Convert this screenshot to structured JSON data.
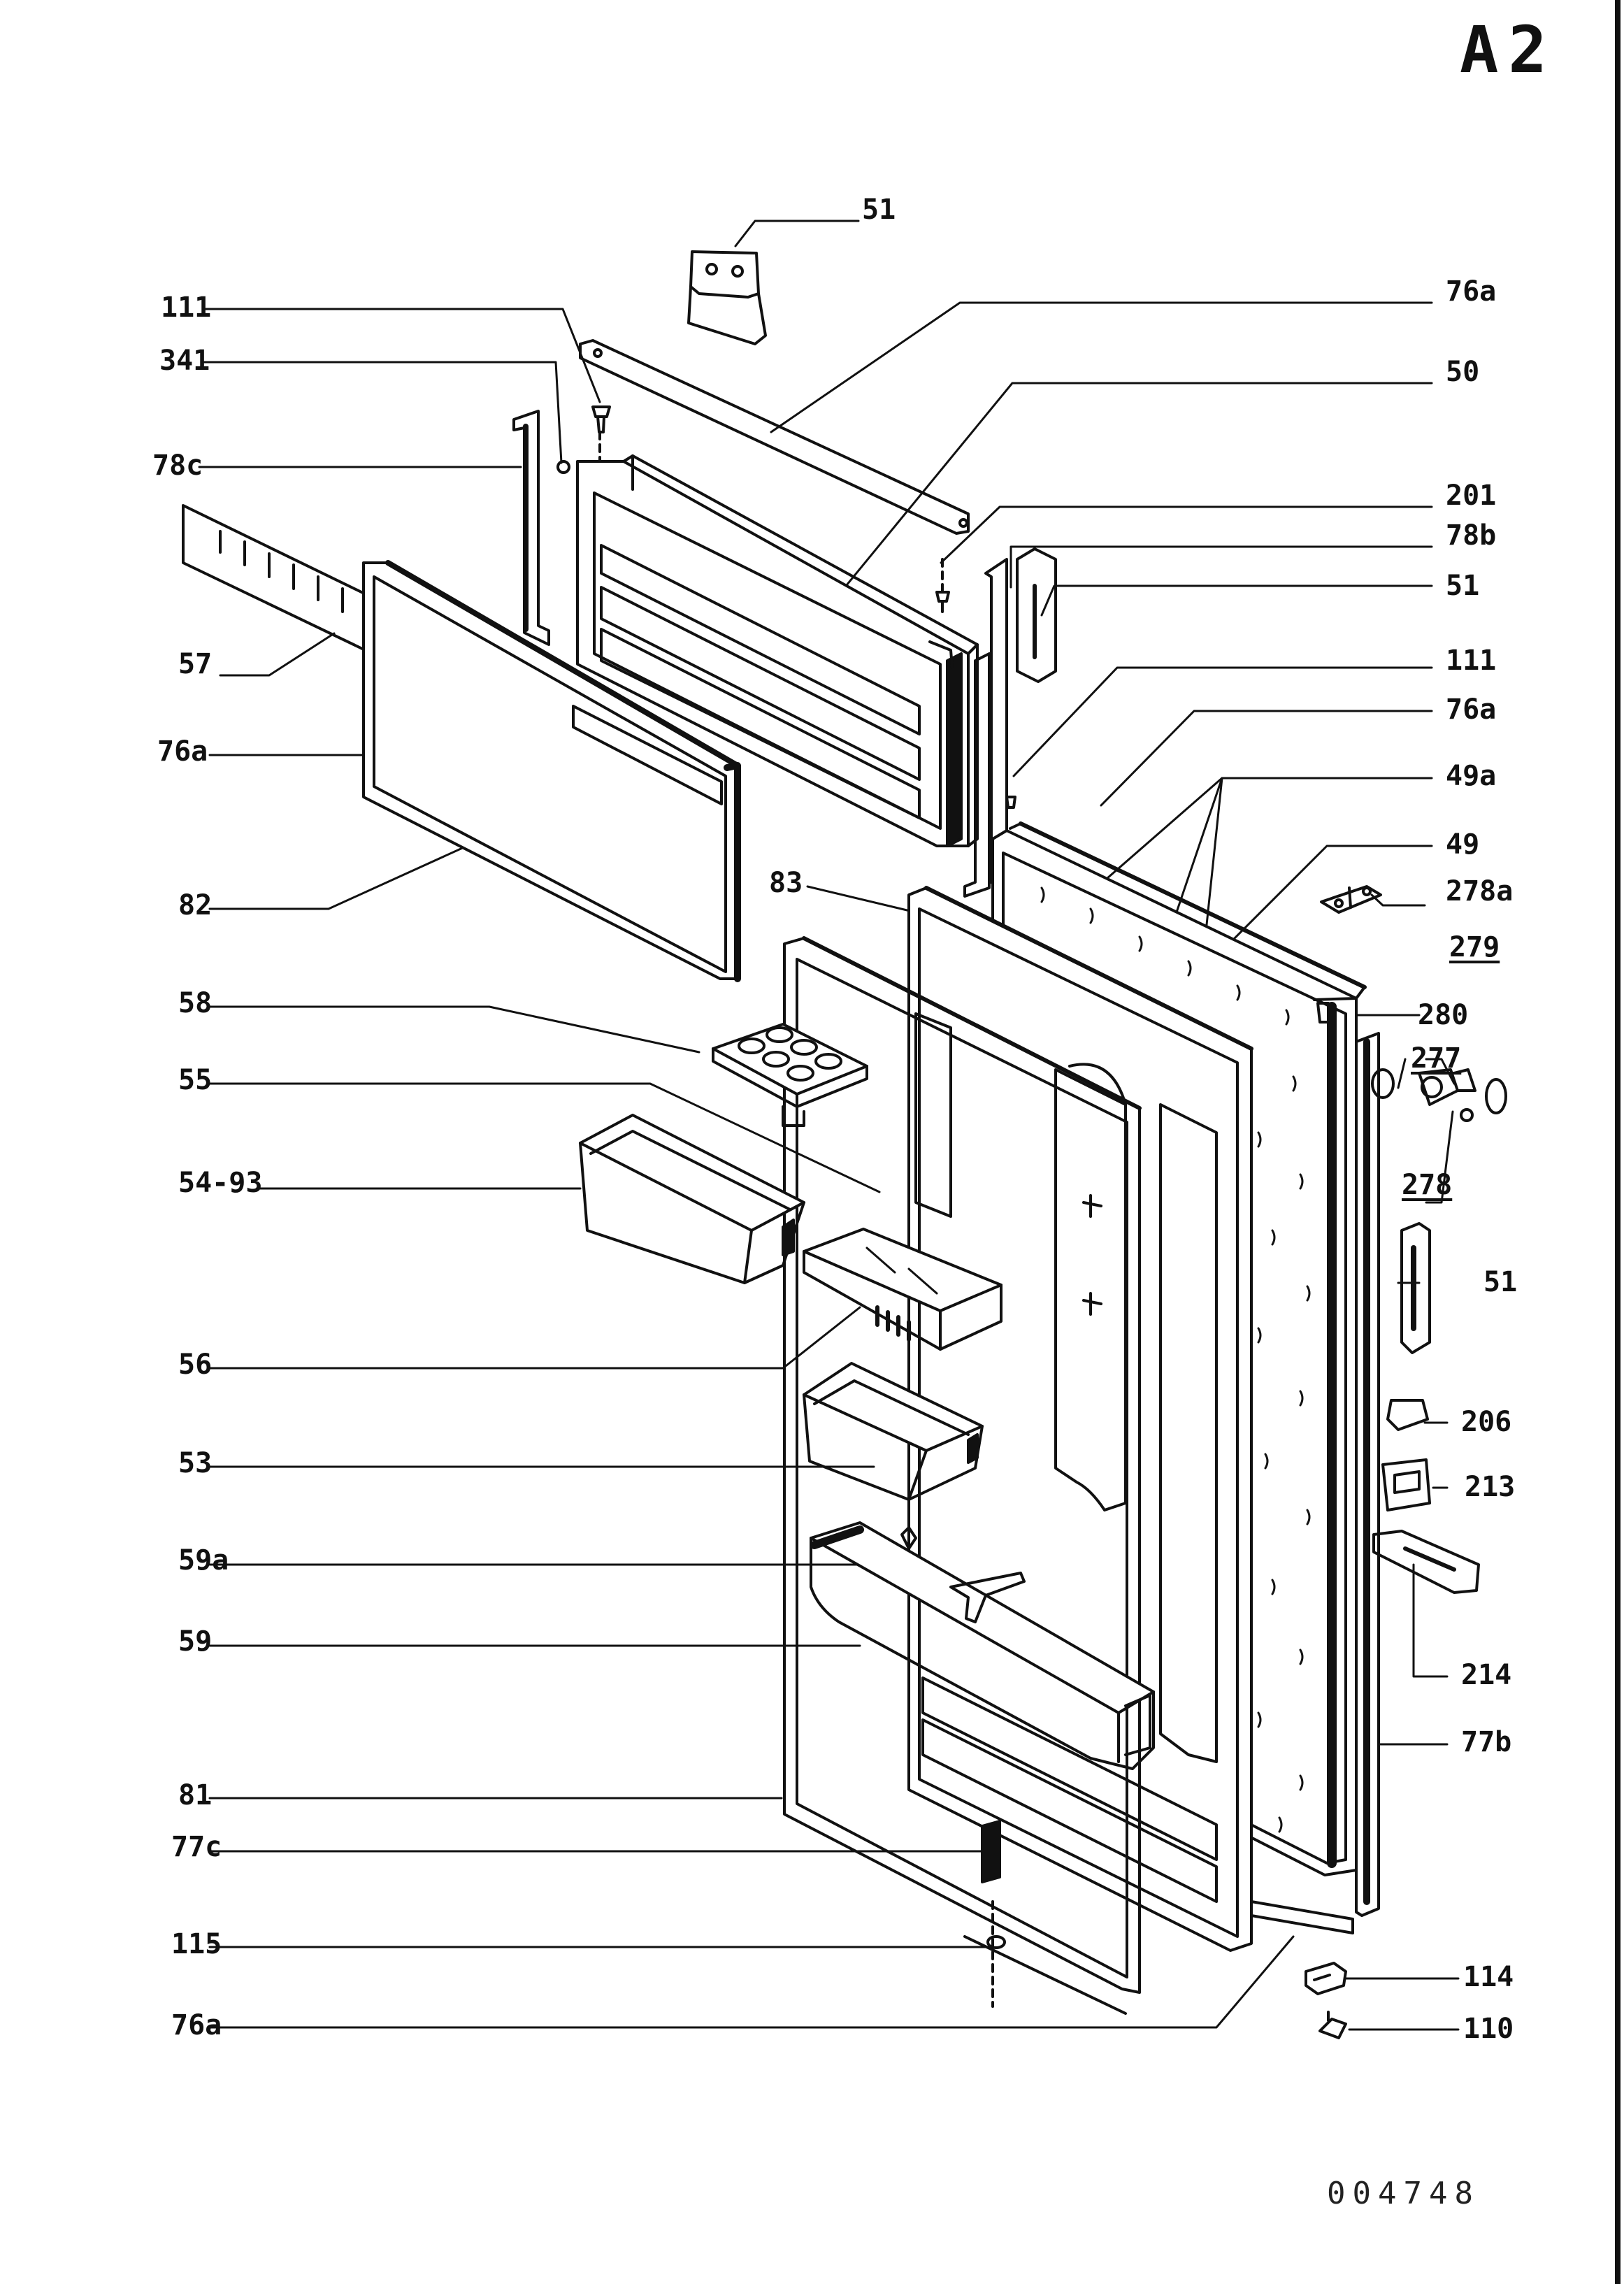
{
  "sheet": {
    "id": "A2",
    "document_number": "004748"
  },
  "callouts": {
    "c51_top": "51",
    "c76a_top": "76a",
    "c50": "50",
    "c201": "201",
    "c78b": "78b",
    "c51_mid": "51",
    "c111_right": "111",
    "c76a_right": "76a",
    "c49a": "49a",
    "c49": "49",
    "c278a": "278a",
    "c279": "279",
    "c280": "280",
    "c277": "277",
    "c278": "278",
    "c51_low": "51",
    "c206": "206",
    "c213": "213",
    "c214": "214",
    "c77b": "77b",
    "c114": "114",
    "c110": "110",
    "c111_left": "111",
    "c341": "341",
    "c78c": "78c",
    "c57": "57",
    "c76a_left": "76a",
    "c82": "82",
    "c83": "83",
    "c58": "58",
    "c55": "55",
    "c54_93": "54-93",
    "c56": "56",
    "c53": "53",
    "c59a": "59a",
    "c59": "59",
    "c81": "81",
    "c77c": "77c",
    "c115": "115",
    "c76a_bottom": "76a"
  }
}
